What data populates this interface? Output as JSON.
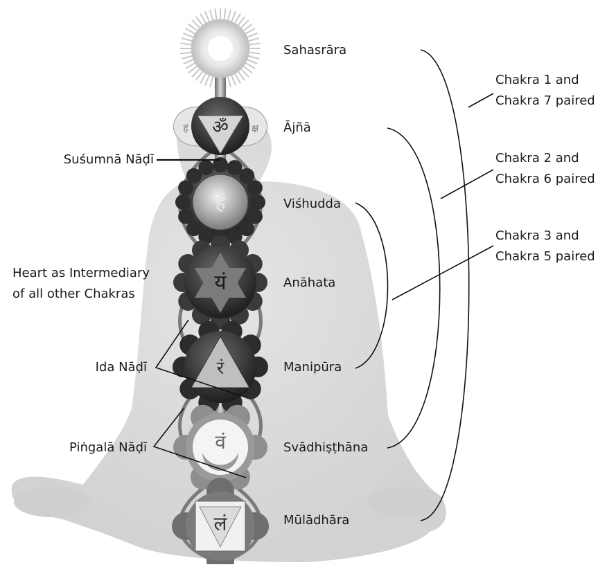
{
  "chakras": [
    {
      "name": "Sahasrāra",
      "symbol": ""
    },
    {
      "name": "Ājñā",
      "symbol": "ॐ"
    },
    {
      "name": "Viśhudda",
      "symbol": "हं"
    },
    {
      "name": "Anāhata",
      "symbol": "यं"
    },
    {
      "name": "Manipūra",
      "symbol": "रं"
    },
    {
      "name": "Svādhiṣṭhāna",
      "symbol": "वं"
    },
    {
      "name": "Mūlādhāra",
      "symbol": "लं"
    }
  ],
  "ajna_petals": {
    "left": "हं",
    "right": "क्ष"
  },
  "nadis": {
    "susumna": "Suśumnā Nāḍī",
    "ida": "Ida Nāḍī",
    "pingala": "Piṅgalā Nāḍī"
  },
  "heart_note": {
    "line1": "Heart as Intermediary",
    "line2": "of all other Chakras"
  },
  "pairs": [
    {
      "line1": "Chakra 1 and",
      "line2": "Chakra 7 paired"
    },
    {
      "line1": "Chakra 2 and",
      "line2": "Chakra 6 paired"
    },
    {
      "line1": "Chakra 3 and",
      "line2": "Chakra 5 paired"
    }
  ],
  "colors": {
    "body_silhouette": "#dedede",
    "chakra_dark": "#3a3a3a",
    "chakra_mid": "#8a8a8a",
    "chakra_light": "#e8e8e8",
    "line": "#111111"
  }
}
